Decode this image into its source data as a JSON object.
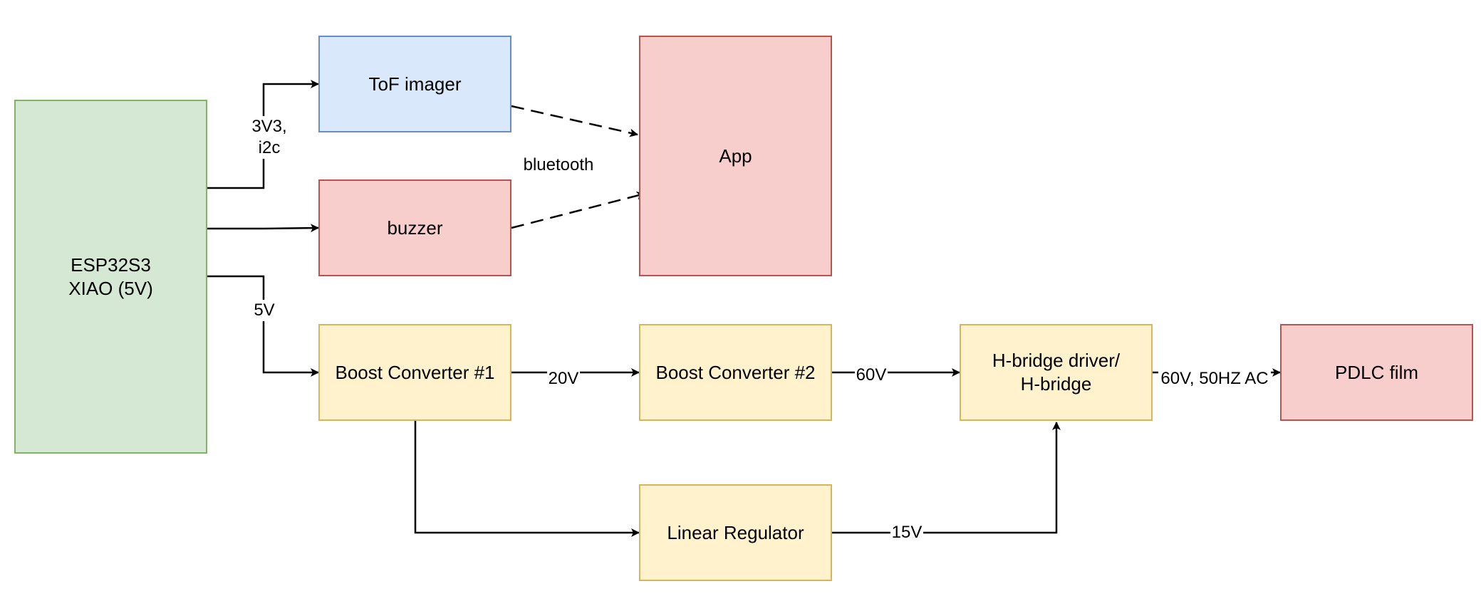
{
  "blocks": {
    "esp32": "ESP32S3\nXIAO (5V)",
    "tof": "ToF imager",
    "buzzer": "buzzer",
    "app": "App",
    "boost1": "Boost Converter #1",
    "boost2": "Boost Converter #2",
    "hbridge": "H-bridge driver/\nH-bridge",
    "pdlc": "PDLC film",
    "linreg": "Linear Regulator"
  },
  "edge_labels": {
    "i2c": "3V3,\ni2c",
    "bluetooth": "bluetooth",
    "five_v": "5V",
    "twenty_v": "20V",
    "sixty_v": "60V",
    "ac": "60V, 50HZ AC",
    "fifteen_v": "15V"
  },
  "colors": {
    "green_fill": "#d5e8d4",
    "blue_fill": "#dae8fc",
    "red_fill": "#f8cecc",
    "yellow_fill": "#fff2cc",
    "line": "#000000"
  }
}
